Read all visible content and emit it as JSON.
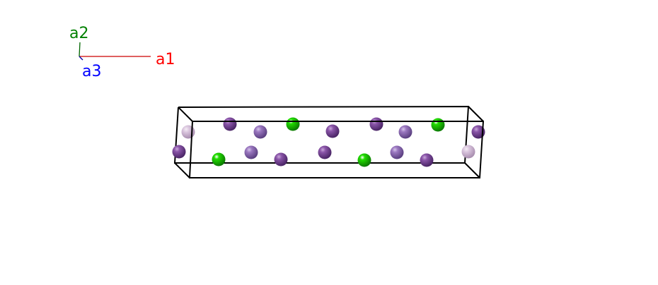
{
  "axes": {
    "a1": {
      "label": "a1",
      "color": "#ff0000"
    },
    "a2": {
      "label": "a2",
      "color": "#008000"
    },
    "a3": {
      "label": "a3",
      "color": "#0000ff"
    }
  },
  "cell": {
    "edge_color": "#000000"
  },
  "atom_styles": {
    "green": {
      "fill": "#22dd00",
      "dark": "#0b7a00"
    },
    "purple": {
      "fill": "#8a55a8",
      "dark": "#4a2566"
    },
    "lilac": {
      "fill": "#9b78c0",
      "dark": "#5a3f80"
    },
    "faded": {
      "fill": "#d8c3dc",
      "dark": "#a98fb0"
    }
  },
  "atoms": [
    {
      "kind": "faded"
    },
    {
      "kind": "purple"
    },
    {
      "kind": "lilac"
    },
    {
      "kind": "green"
    },
    {
      "kind": "purple"
    },
    {
      "kind": "purple"
    },
    {
      "kind": "lilac"
    },
    {
      "kind": "green"
    },
    {
      "kind": "purple"
    },
    {
      "kind": "purple"
    },
    {
      "kind": "green"
    },
    {
      "kind": "lilac"
    },
    {
      "kind": "purple"
    },
    {
      "kind": "purple"
    },
    {
      "kind": "green"
    },
    {
      "kind": "lilac"
    },
    {
      "kind": "purple"
    },
    {
      "kind": "faded"
    }
  ]
}
